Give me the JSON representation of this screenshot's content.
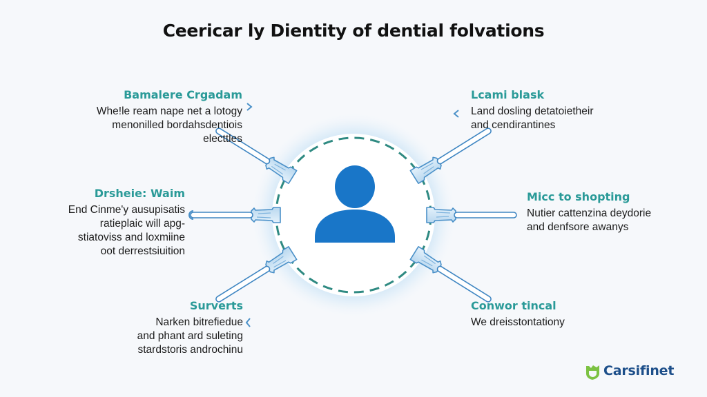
{
  "title": "Ceericar ly Dientity of dential folvations",
  "center": {
    "icon": "user-icon",
    "ring_style": "dashed"
  },
  "blocks": [
    {
      "position": "top-left",
      "title": "Bamalere Crgadam",
      "lines": [
        "Whe!le ream nape net a lotogy",
        "menonilled bordahsdentiois",
        "electtles"
      ]
    },
    {
      "position": "top-right",
      "title": "Lcami blask",
      "lines": [
        "Land dosling detatoietheir",
        "and cendirantines"
      ]
    },
    {
      "position": "middle-left",
      "title": "Drsheie: Waim",
      "lines": [
        "End Cinme'y ausupisatis",
        "ratieplaic will apg-",
        "stiatoviss and loxmiine",
        "oot derrestsiuition"
      ]
    },
    {
      "position": "middle-right",
      "title": "Micc to shopting",
      "lines": [
        "Nutier cattenzina deydorie",
        "and denfsore awanys"
      ]
    },
    {
      "position": "bottom-left",
      "title": "Surverts",
      "lines": [
        "Narken bitrefiedue",
        "and phant ard suleting",
        "stardstoris androchinu"
      ]
    },
    {
      "position": "bottom-right",
      "title": "Conwor tincal",
      "lines": [
        "We dreisstontationy"
      ]
    }
  ],
  "brand": {
    "name": "Carsifinet",
    "icon": "shield-logo-icon"
  },
  "colors": {
    "accent_teal": "#2a9a98",
    "user_blue": "#1976c8",
    "probe_blue": "#4a90c8",
    "ring_dash": "#2f8a82",
    "brand_text": "#1d4f8a",
    "brand_icon": "#7cc242",
    "background": "#f6f8fb"
  }
}
